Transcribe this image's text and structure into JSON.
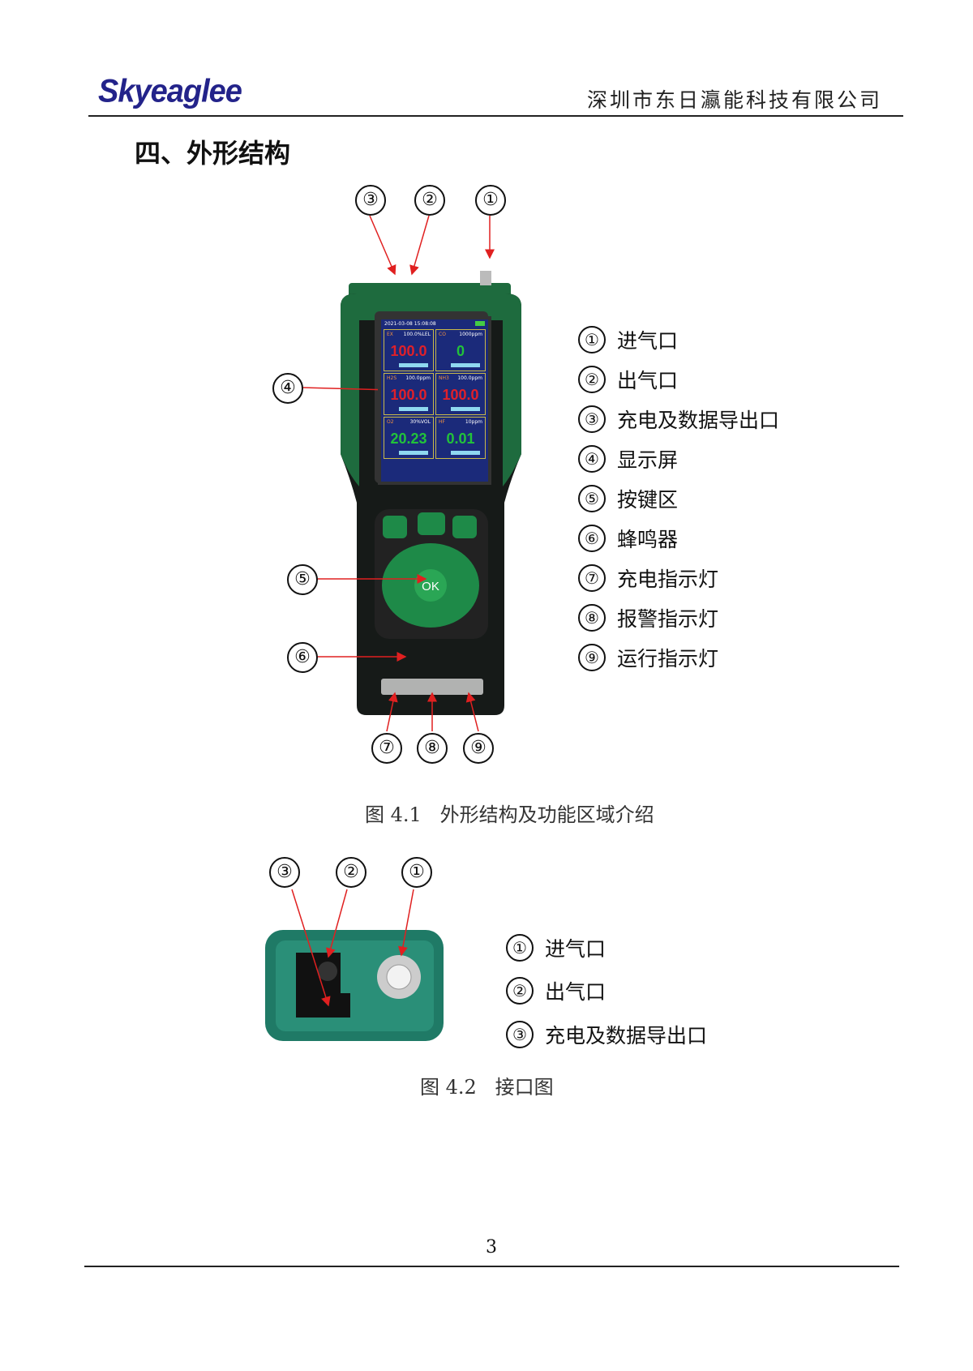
{
  "header": {
    "logo": "Skyeaglee",
    "company": "深圳市东日瀛能科技有限公司"
  },
  "section_title": "四、外形结构",
  "figure1": {
    "top_callouts": [
      "③",
      "②",
      "①"
    ],
    "side_callouts": [
      "④",
      "⑤",
      "⑥"
    ],
    "bottom_callouts": [
      "⑦",
      "⑧",
      "⑨"
    ],
    "legend": [
      {
        "num": "①",
        "label": "进气口"
      },
      {
        "num": "②",
        "label": "出气口"
      },
      {
        "num": "③",
        "label": "充电及数据导出口"
      },
      {
        "num": "④",
        "label": "显示屏"
      },
      {
        "num": "⑤",
        "label": "按键区"
      },
      {
        "num": "⑥",
        "label": "蜂鸣器"
      },
      {
        "num": "⑦",
        "label": "充电指示灯"
      },
      {
        "num": "⑧",
        "label": "报警指示灯"
      },
      {
        "num": "⑨",
        "label": "运行指示灯"
      }
    ],
    "screen": {
      "datetime": "2021-03-08  15:08:08",
      "cells": [
        {
          "name": "EX",
          "range": "100.0%LEL",
          "value": "100.0",
          "color": "#e0202a"
        },
        {
          "name": "CO",
          "range": "1000ppm",
          "value": "0",
          "color": "#22c23a"
        },
        {
          "name": "H2S",
          "range": "100.0ppm",
          "value": "100.0",
          "color": "#e0202a"
        },
        {
          "name": "NH3",
          "range": "100.0ppm",
          "value": "100.0",
          "color": "#e0202a"
        },
        {
          "name": "O2",
          "range": "30%VOL",
          "value": "20.23",
          "color": "#22c23a"
        },
        {
          "name": "HF",
          "range": "10ppm",
          "value": "0.01",
          "color": "#22c23a"
        }
      ],
      "ok_label": "OK"
    },
    "caption": "图 4.1   外形结构及功能区域介绍"
  },
  "figure2": {
    "top_callouts": [
      "③",
      "②",
      "①"
    ],
    "legend": [
      {
        "num": "①",
        "label": "进气口"
      },
      {
        "num": "②",
        "label": "出气口"
      },
      {
        "num": "③",
        "label": "充电及数据导出口"
      }
    ],
    "caption": "图 4.2   接口图"
  },
  "page_number": "3",
  "colors": {
    "logo": "#23238a",
    "device_green": "#1e6b3e",
    "screen_bg": "#1b2a7a",
    "arrow": "#e02020"
  }
}
